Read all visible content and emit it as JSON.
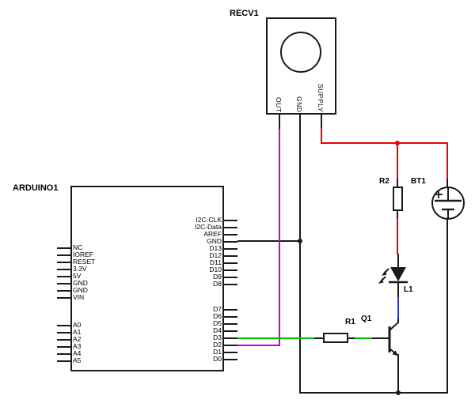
{
  "recv1": {
    "label": "RECV1",
    "pins": [
      "OUT",
      "GND",
      "SUPPLY"
    ]
  },
  "arduino1": {
    "label": "ARDUINO1",
    "power_pins": [
      "NC",
      "IOREF",
      "RESET",
      "3.3V",
      "5V",
      "GND",
      "GND",
      "VIN"
    ],
    "analog_pins": [
      "A0",
      "A1",
      "A2",
      "A3",
      "A4",
      "A5"
    ],
    "digital_pins_upper": [
      "I2C-CLK",
      "I2C-Data",
      "AREF",
      "GND",
      "D13",
      "D12",
      "D11",
      "D10",
      "D9",
      "D8"
    ],
    "digital_pins_lower": [
      "D7",
      "D6",
      "D5",
      "D4",
      "D3",
      "D2",
      "D1",
      "D0"
    ]
  },
  "components": {
    "r1": "R1",
    "r2": "R2",
    "bt1": "BT1",
    "l1": "L1",
    "q1": "Q1"
  },
  "colors": {
    "black": "#1a1a1a",
    "red": "#ee0000",
    "green": "#00bf00",
    "magenta": "#cc00cc",
    "blue": "#3333cc"
  }
}
